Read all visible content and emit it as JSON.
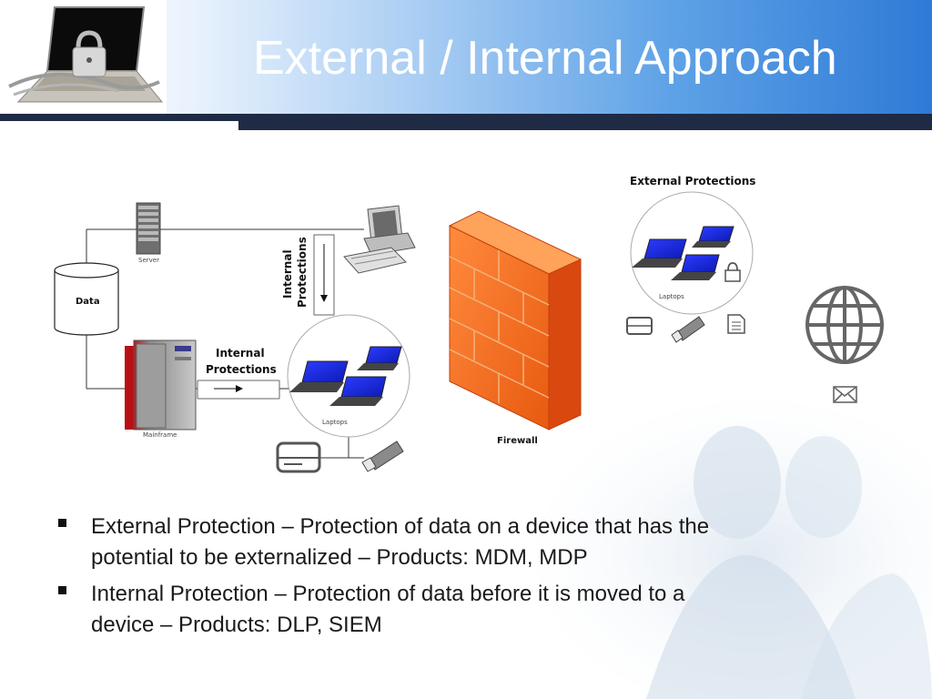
{
  "slide": {
    "title": "External / Internal Approach"
  },
  "diagram": {
    "server_label": "Server",
    "data_label": "Data",
    "mainframe_label": "Mainframe",
    "internal_protections_vertical": [
      "Internal",
      "Protections"
    ],
    "internal_protections_horizontal": [
      "Internal",
      "Protections"
    ],
    "laptops_internal_label": "Laptops",
    "firewall_label": "Firewall",
    "external_protections_title": "External Protections",
    "laptops_external_label": "Laptops"
  },
  "bullets": [
    {
      "line1": "External Protection – Protection of data on a device that has the",
      "line2": "potential to be externalized – Products: MDM, MDP"
    },
    {
      "line1": "Internal Protection – Protection of data before it is moved to a",
      "line2": "device – Products: DLP, SIEM"
    }
  ]
}
